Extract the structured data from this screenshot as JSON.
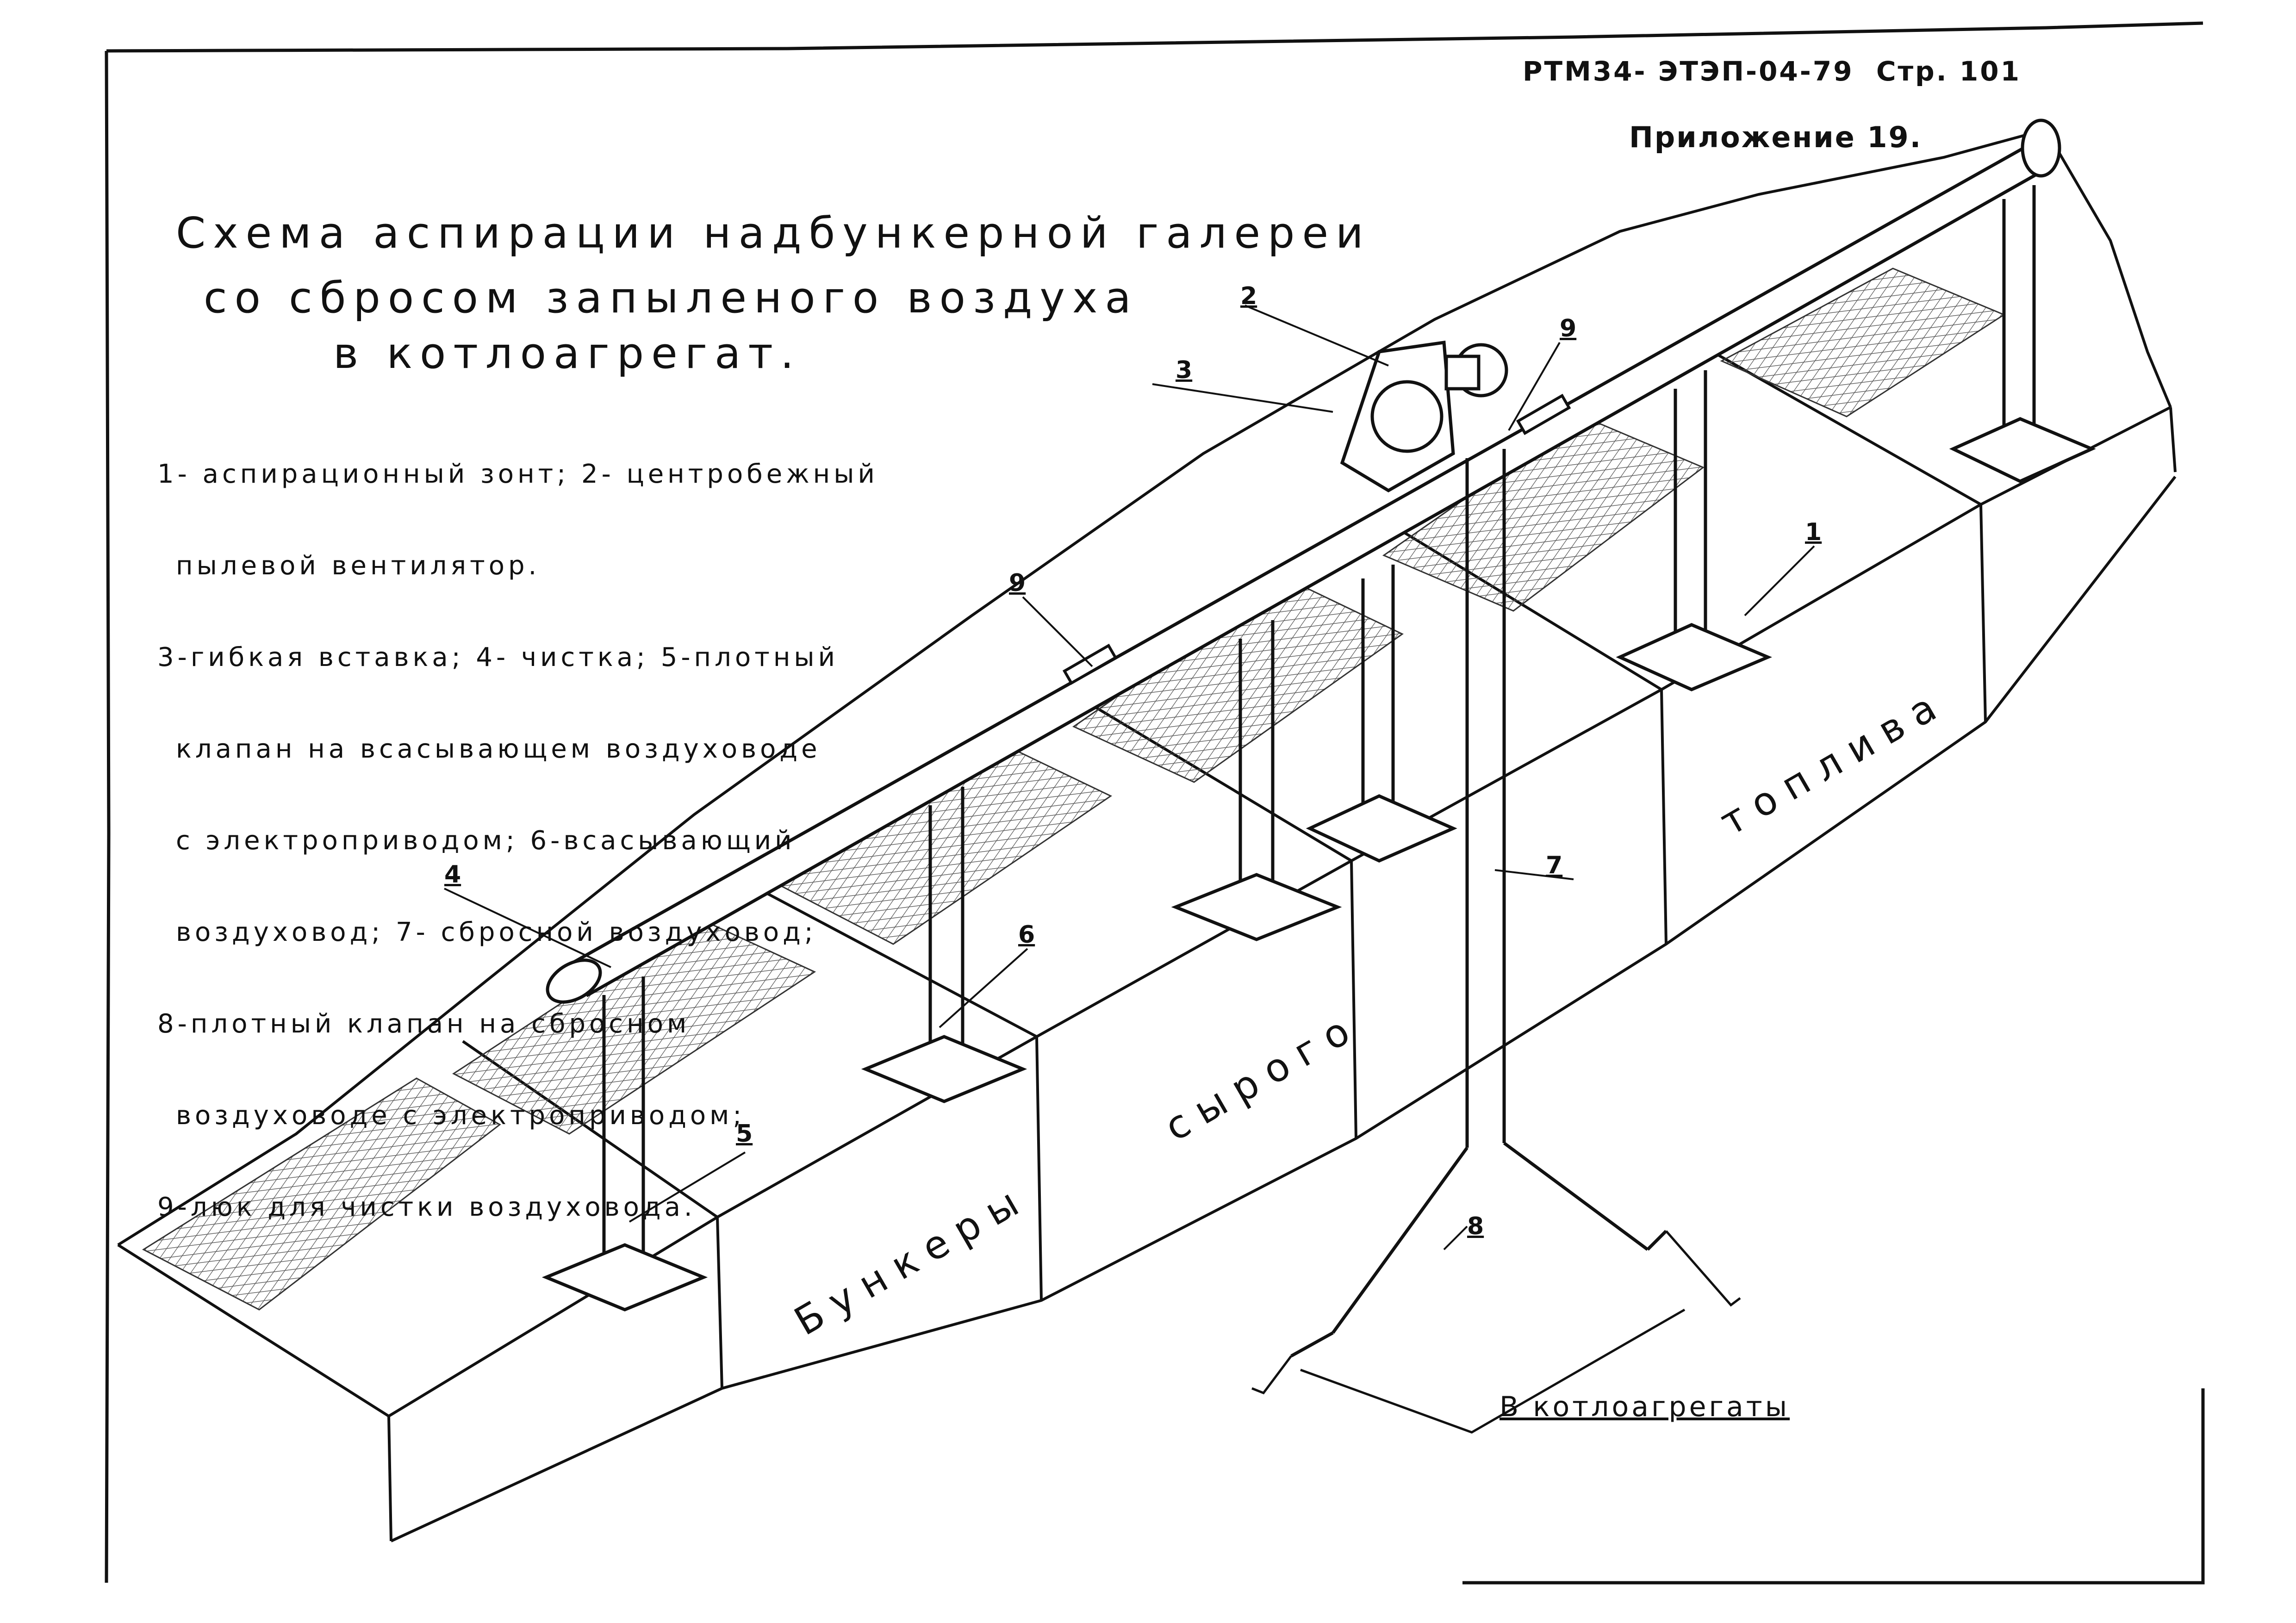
{
  "header": {
    "doc_code": "РТМ34- ЭТЭП-04-79",
    "page": "Стр. 101",
    "appendix": "Приложение 19."
  },
  "title": {
    "line1": "Схема аспирации надбункерной галереи",
    "line2": "со сбросом запыленого воздуха",
    "line3": "в котлоагрегат."
  },
  "legend": [
    "1- аспирационный зонт; 2- центробежный",
    "пылевой вентилятор.",
    "3-гибкая вставка; 4- чистка; 5-плотный",
    "клапан на всасывающем воздуховоде",
    "с электроприводом; 6-всасывающий",
    "воздуховод; 7- сбросной воздуховод;",
    "8-плотный клапан на сбросном",
    "воздуховоде с электроприводом;",
    "9-люк для чистки воздуховода."
  ],
  "labels": {
    "n1": "1",
    "n2": "2",
    "n3": "3",
    "n4": "4",
    "n5": "5",
    "n6": "6",
    "n7": "7",
    "n8": "8",
    "n9a": "9",
    "n9b": "9"
  },
  "bunker_words": [
    "Бункеры",
    "сырого",
    "топлива"
  ],
  "destination": "В котлоагрегаты",
  "colors": {
    "ink": "#111111",
    "paper": "#ffffff",
    "grate": "#555555"
  }
}
